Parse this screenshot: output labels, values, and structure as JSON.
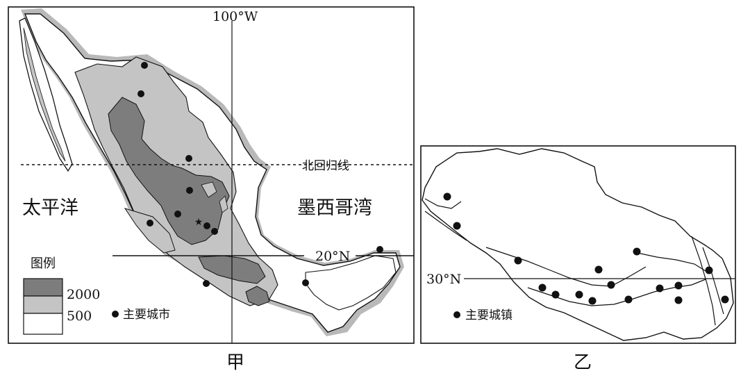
{
  "map_jia": {
    "meridian_label": "100°W",
    "tropic_label": "北回归线",
    "parallel_label": "20°N",
    "ocean_west": "太平洋",
    "gulf": "墨西哥湾",
    "legend": {
      "title": "图例",
      "high_label": "2000",
      "mid_label": "500",
      "city_label": "主要城市"
    },
    "caption": "甲"
  },
  "map_yi": {
    "parallel_label": "30°N",
    "legend_town_label": "主要城镇",
    "caption": "乙"
  },
  "colors": {
    "elev_high": "#7d7d7d",
    "elev_mid": "#c4c4c4",
    "coast_shadow": "#b9b9b9",
    "line": "#111111"
  }
}
